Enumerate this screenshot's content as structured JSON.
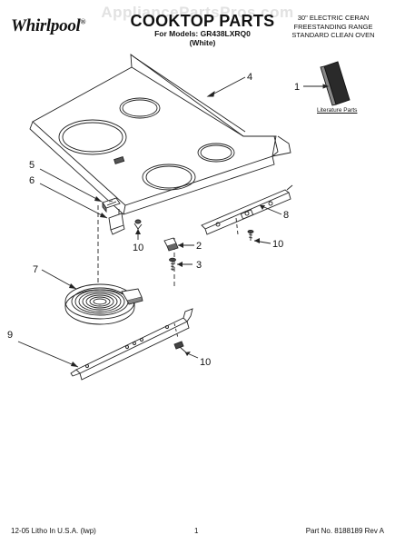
{
  "watermark": "AppliancePartsPros.com",
  "brand": "Whirlpool",
  "header": {
    "title": "COOKTOP PARTS",
    "models_line": "For Models: GR438LXRQ0",
    "color_line": "(White)",
    "product_lines": [
      "30\" ELECTRIC CERAN",
      "FREESTANDING RANGE",
      "STANDARD CLEAN OVEN"
    ]
  },
  "callouts": {
    "c1": "1",
    "c2": "2",
    "c3": "3",
    "c4": "4",
    "c5": "5",
    "c6": "6",
    "c7": "7",
    "c8": "8",
    "c9": "9",
    "c10a": "10",
    "c10b": "10",
    "c10c": "10"
  },
  "literature_label": "Literature Parts",
  "footer": {
    "left": "12-05 Litho In U.S.A. (lwp)",
    "page": "1",
    "part_no": "Part No. 8188189 Rev A"
  },
  "icons": [
    "cooktop-icon",
    "literature-icon",
    "element-icon",
    "bracket-icon",
    "screw-icon",
    "switch-icon"
  ]
}
